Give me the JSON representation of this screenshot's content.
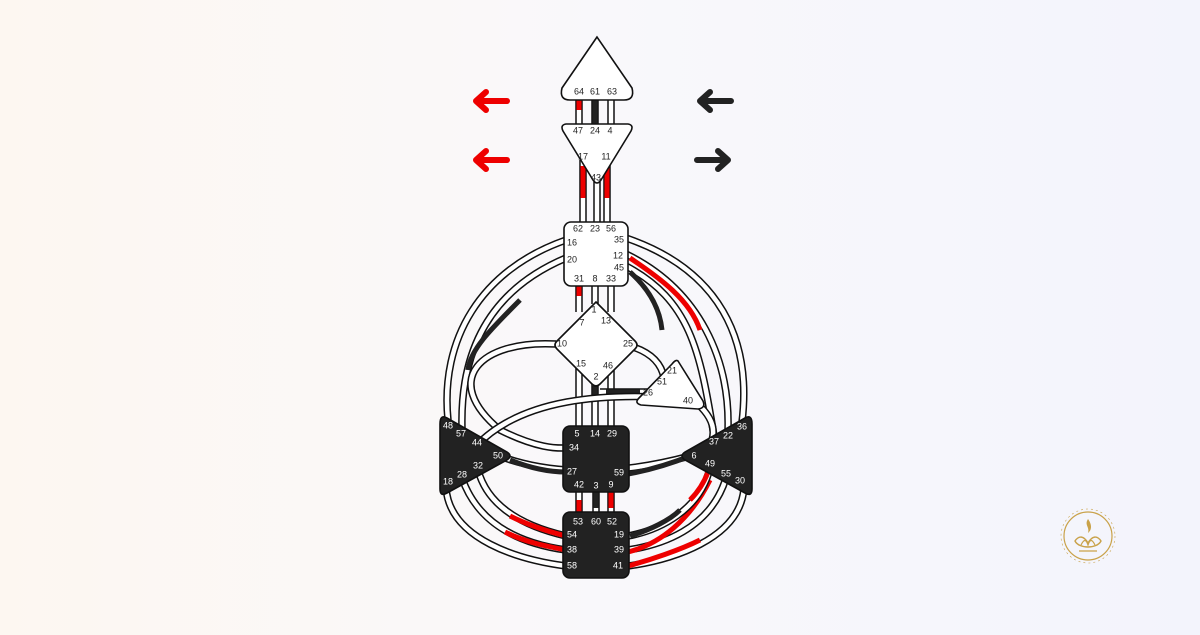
{
  "colors": {
    "personality": "#222222",
    "design": "#ee0000",
    "undefined": "#ffffff",
    "logo_gold": "#c9a24a"
  },
  "arrows": [
    {
      "side": "design",
      "row": "top",
      "direction": "left"
    },
    {
      "side": "design",
      "row": "bottom",
      "direction": "left"
    },
    {
      "side": "personality",
      "row": "top",
      "direction": "left"
    },
    {
      "side": "personality",
      "row": "bottom",
      "direction": "right"
    }
  ],
  "centers": {
    "head": {
      "defined": false,
      "gates": [
        "64",
        "61",
        "63"
      ]
    },
    "ajna": {
      "defined": false,
      "gates": [
        "47",
        "24",
        "4",
        "17",
        "11",
        "43"
      ]
    },
    "throat": {
      "defined": false,
      "gates": [
        "62",
        "23",
        "56",
        "16",
        "35",
        "20",
        "12",
        "45",
        "31",
        "8",
        "33"
      ]
    },
    "g": {
      "defined": false,
      "gates": [
        "1",
        "7",
        "13",
        "10",
        "25",
        "15",
        "46",
        "2"
      ]
    },
    "heart": {
      "defined": false,
      "gates": [
        "21",
        "51",
        "26",
        "40"
      ]
    },
    "spleen": {
      "defined": true,
      "gates": [
        "48",
        "57",
        "44",
        "50",
        "28",
        "32",
        "18"
      ]
    },
    "sacral": {
      "defined": true,
      "gates": [
        "5",
        "14",
        "29",
        "34",
        "27",
        "59",
        "42",
        "3",
        "9"
      ]
    },
    "solar_plexus": {
      "defined": true,
      "gates": [
        "36",
        "22",
        "37",
        "6",
        "49",
        "55",
        "30"
      ]
    },
    "root": {
      "defined": true,
      "gates": [
        "53",
        "60",
        "52",
        "54",
        "19",
        "38",
        "39",
        "58",
        "41"
      ]
    }
  },
  "logo": {
    "icon": "lotus-flame-logo"
  }
}
